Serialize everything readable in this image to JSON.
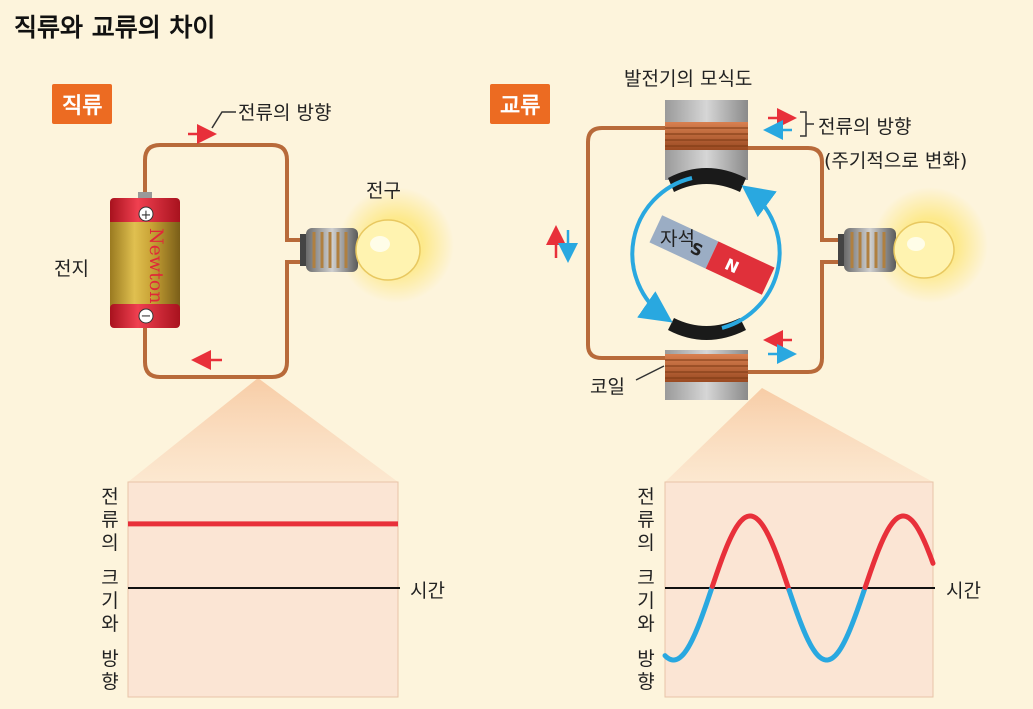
{
  "title": "직류와 교류의 차이",
  "dc": {
    "tag": "직류",
    "current_direction": "전류의 방향",
    "battery": "전지",
    "battery_brand": "Newton",
    "bulb": "전구"
  },
  "ac": {
    "tag": "교류",
    "generator": "발전기의 모식도",
    "current_direction": "전류의 방향",
    "current_note": "(주기적으로 변화)",
    "magnet": "자석",
    "coil": "코일",
    "pole_n": "N",
    "pole_s": "S"
  },
  "graph": {
    "y_axis_chars": [
      "전",
      "류",
      "의",
      "",
      "크",
      "기",
      "와",
      "",
      "방",
      "향"
    ],
    "x_axis": "시간"
  },
  "colors": {
    "accent_orange": "#ec6b22",
    "current_red": "#e8303a",
    "current_blue": "#29a8e0",
    "wire": "#b86a3a"
  },
  "chart_data": [
    {
      "type": "line",
      "name": "직류",
      "xlabel": "시간",
      "ylabel": "전류의 크기와 방향",
      "series": [
        {
          "values_relative": [
            0.55,
            0.55,
            0.55,
            0.55,
            0.55
          ]
        }
      ]
    },
    {
      "type": "line",
      "name": "교류",
      "xlabel": "시간",
      "ylabel": "전류의 크기와 방향",
      "waveform": "sine",
      "periods": 1.75
    }
  ]
}
